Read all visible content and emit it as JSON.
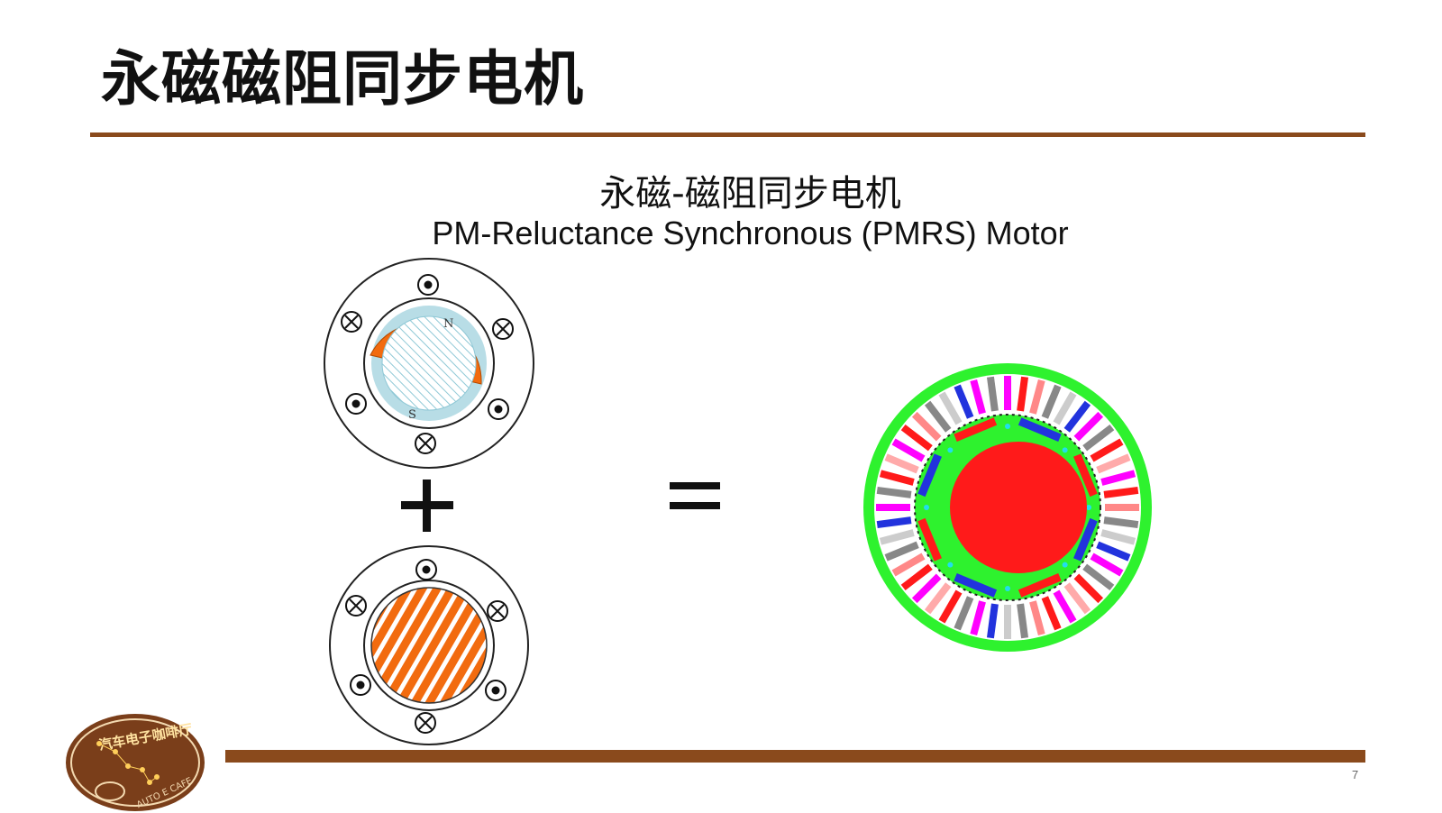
{
  "slide": {
    "title": "永磁磁阻同步电机",
    "subtitle_cn": "永磁-磁阻同步电机",
    "subtitle_en": "PM-Reluctance Synchronous (PMRS) Motor",
    "page_number": "7"
  },
  "diagram": {
    "pm_motor": {
      "pole_n": "N",
      "pole_s": "S"
    },
    "plus_symbol": "+",
    "equals_symbol": "="
  },
  "logo": {
    "text_cn": "汽车电子咖啡厅",
    "text_en": "AUTO E CAFE"
  },
  "colors": {
    "rule": "#8a4a1c",
    "magnet": "#f26b0f",
    "stator_green": "#2ef22e",
    "rotor_red": "#ff1a1a"
  }
}
